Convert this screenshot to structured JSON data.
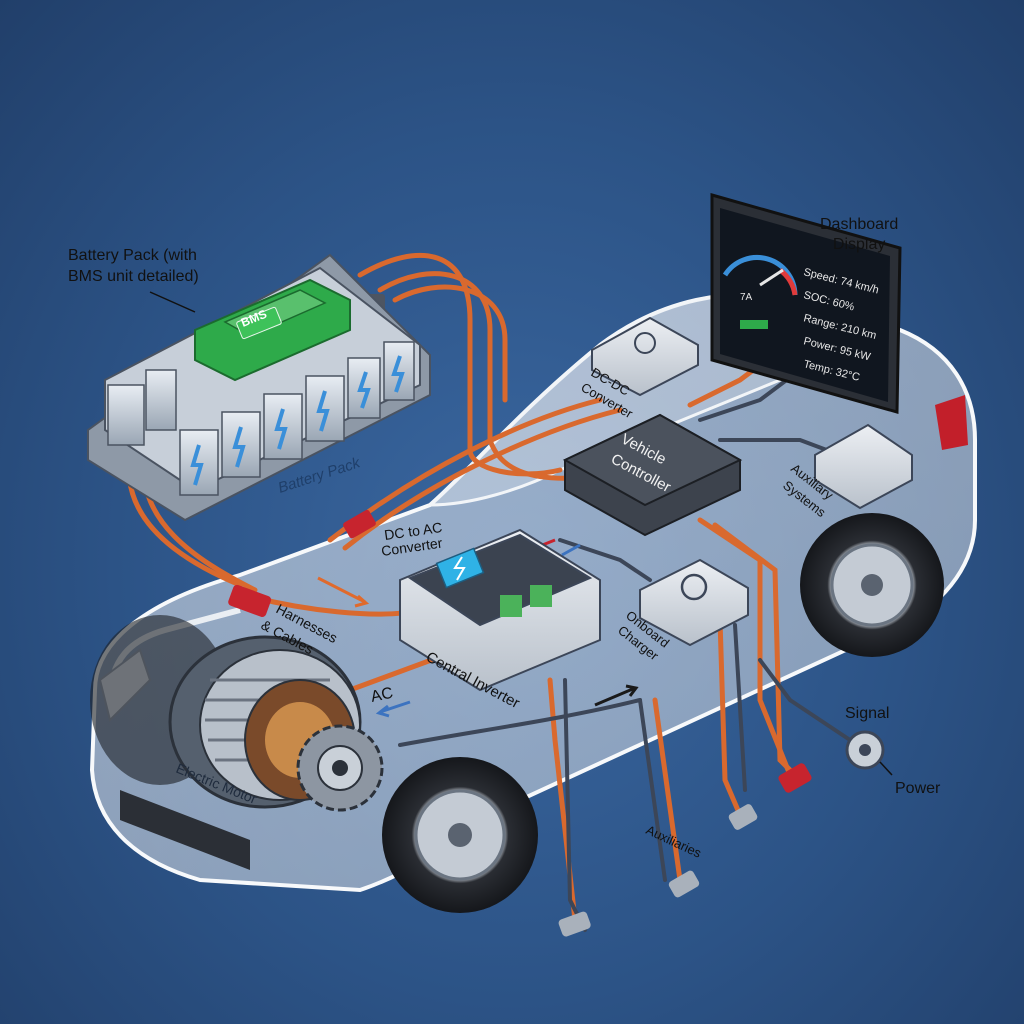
{
  "callouts": {
    "battery_pack_detail": [
      "Battery Pack (with",
      "BMS unit detailed)"
    ],
    "dashboard_display": [
      "Dashboard",
      "Display"
    ],
    "signal": "Signal",
    "power": "Power"
  },
  "components": {
    "battery_pack": "Battery Pack",
    "bms": "BMS",
    "dcdc_converter": [
      "DC-DC",
      "Converter"
    ],
    "vehicle_controller": [
      "Vehicle",
      "Controller"
    ],
    "auxiliary_systems": [
      "Auxiliary",
      "Systems"
    ],
    "dc_to_ac_converter": [
      "DC to AC",
      "Converter"
    ],
    "harnesses_cables": [
      "Harnesses",
      "& Cables"
    ],
    "central_inverter": "Central Inverter",
    "ac": "AC",
    "onboard_charger": [
      "Onboard",
      "Charger"
    ],
    "electric_motor": "Electric Motor",
    "auxiliaries": "Auxiliaries"
  },
  "dashboard": {
    "gauge_value": "7A",
    "rows": [
      "Speed: 74 km/h",
      "SOC: 60%",
      "Range: 210 km",
      "Power: 95 kW",
      "Temp: 32°C"
    ]
  },
  "colors": {
    "background": "#2c5386",
    "power_cable": "#d9692e",
    "signal_cable": "#3c4658",
    "car_body": "#e8ecf1",
    "battery_cell_accent": "#3a8fd9",
    "bms_green": "#2eaa4a"
  }
}
